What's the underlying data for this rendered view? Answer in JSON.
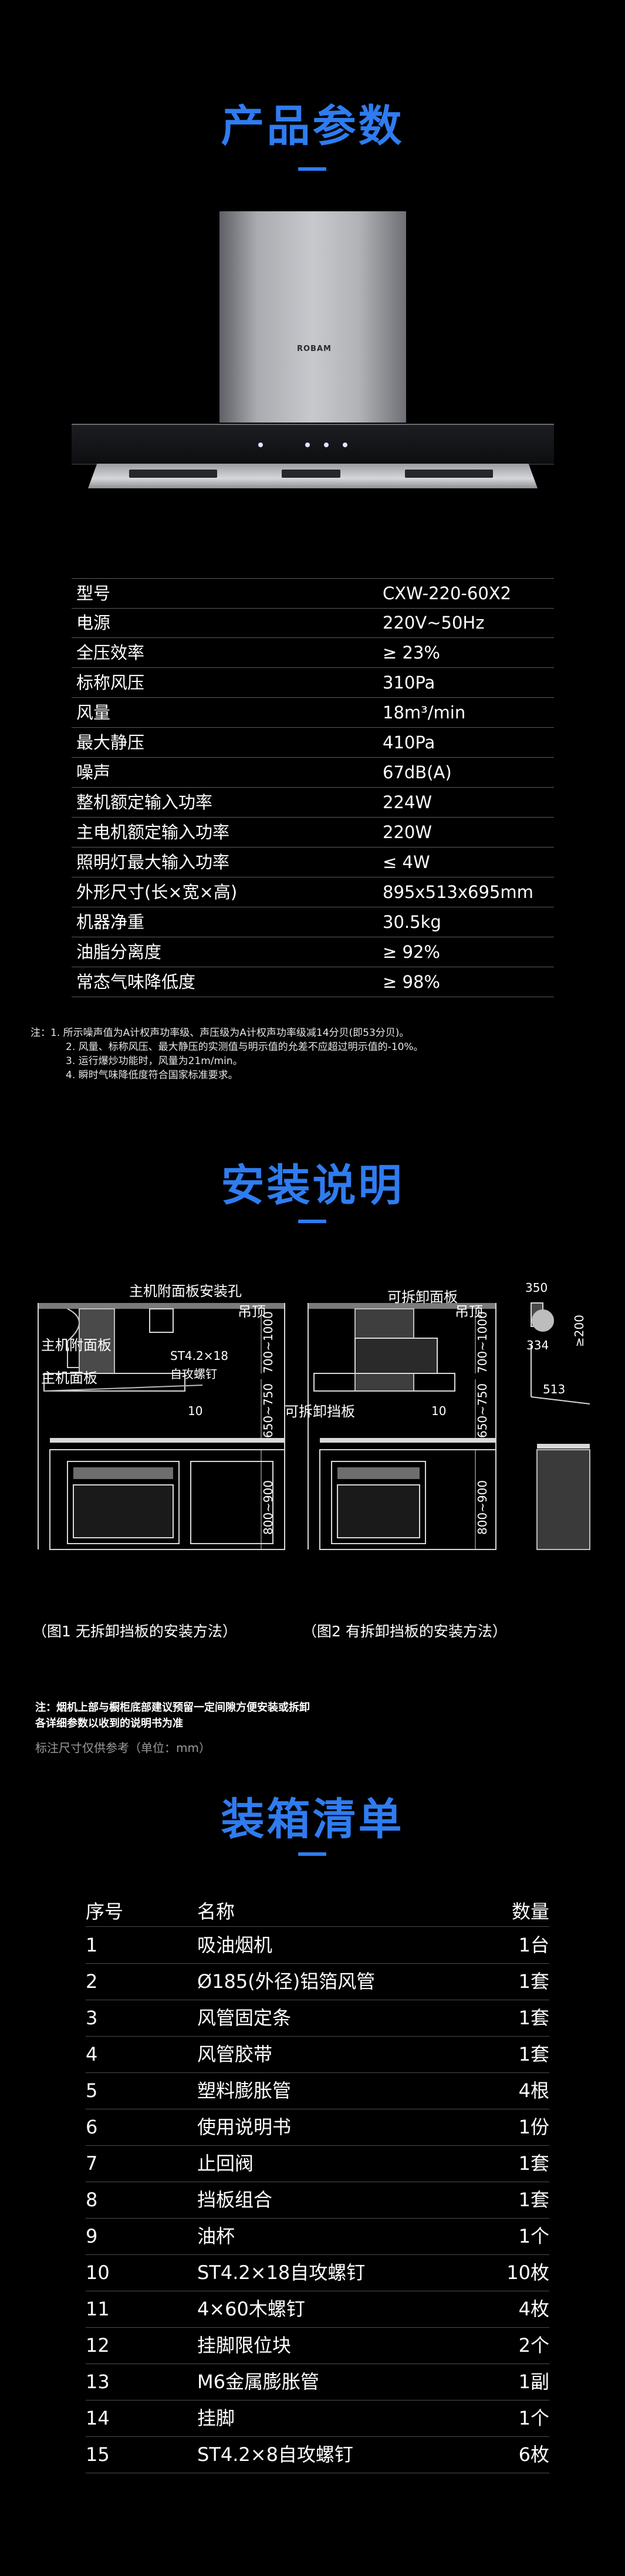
{
  "sections": {
    "params_title": "产品参数",
    "install_title": "安装说明",
    "packing_title": "装箱清单"
  },
  "product": {
    "brand": "ROBAM"
  },
  "specs": [
    {
      "label": "型号",
      "value": "CXW-220-60X2"
    },
    {
      "label": "电源",
      "value": "220V~50Hz"
    },
    {
      "label": "全压效率",
      "value": "≥ 23%"
    },
    {
      "label": "标称风压",
      "value": "310Pa"
    },
    {
      "label": "风量",
      "value": "18m³/min"
    },
    {
      "label": "最大静压",
      "value": "410Pa"
    },
    {
      "label": "噪声",
      "value": "67dB(A)"
    },
    {
      "label": "整机额定输入功率",
      "value": "224W"
    },
    {
      "label": "主电机额定输入功率",
      "value": "220W"
    },
    {
      "label": "照明灯最大输入功率",
      "value": "≤ 4W"
    },
    {
      "label": "外形尺寸(长×宽×高)",
      "value": "895x513x695mm"
    },
    {
      "label": "机器净重",
      "value": "30.5kg"
    },
    {
      "label": "油脂分离度",
      "value": "≥ 92%"
    },
    {
      "label": "常态气味降低度",
      "value": "≥ 98%"
    }
  ],
  "notes": [
    "注：1. 所示噪声值为A计权声功率级、声压级为A计权声功率级减14分贝(即53分贝)。",
    "2. 风量、标称风压、最大静压的实测值与明示值的允差不应超过明示值的-10%。",
    "3. 运行爆炒功能时，风量为21m/min。",
    "4. 瞬时气味降低度符合国家标准要求。"
  ],
  "install": {
    "labels": {
      "mount_hole": "主机附面板安装孔",
      "attach_panel": "主机附面板",
      "main_panel": "主机面板",
      "ceiling1": "吊顶",
      "screw": "ST4.2×18",
      "screw2": "自攻螺钉",
      "removable_panel": "可拆卸面板",
      "ceiling2": "吊顶",
      "removable_baffle": "可拆卸挡板"
    },
    "dims": {
      "d700_1000_a": "700~1000",
      "d650_750_a": "650~750",
      "d800_900_a": "800~900",
      "d10_a": "10",
      "d700_1000_b": "700~1000",
      "d650_750_b": "650~750",
      "d800_900_b": "800~900",
      "d10_b": "10",
      "d350": "350",
      "d200": "≥200",
      "d334": "334",
      "d513": "513"
    },
    "caption1": "（图1 无拆卸挡板的安装方法）",
    "caption2": "（图2 有拆卸挡板的安装方法）",
    "note1": "注：烟机上部与橱柜底部建议预留一定间隙方便安装或拆卸",
    "note2": "各详细参数以收到的说明书为准",
    "unit_note": "标注尺寸仅供参考（单位：mm）"
  },
  "packing": {
    "headers": {
      "no": "序号",
      "name": "名称",
      "qty": "数量"
    },
    "items": [
      {
        "no": "1",
        "name": "吸油烟机",
        "qty": "1台"
      },
      {
        "no": "2",
        "name": "Ø185(外径)铝箔风管",
        "qty": "1套"
      },
      {
        "no": "3",
        "name": "风管固定条",
        "qty": "1套"
      },
      {
        "no": "4",
        "name": "风管胶带",
        "qty": "1套"
      },
      {
        "no": "5",
        "name": "塑料膨胀管",
        "qty": "4根"
      },
      {
        "no": "6",
        "name": "使用说明书",
        "qty": "1份"
      },
      {
        "no": "7",
        "name": "止回阀",
        "qty": "1套"
      },
      {
        "no": "8",
        "name": "挡板组合",
        "qty": "1套"
      },
      {
        "no": "9",
        "name": "油杯",
        "qty": "1个"
      },
      {
        "no": "10",
        "name": "ST4.2×18自攻螺钉",
        "qty": "10枚"
      },
      {
        "no": "11",
        "name": "4×60木螺钉",
        "qty": "4枚"
      },
      {
        "no": "12",
        "name": "挂脚限位块",
        "qty": "2个"
      },
      {
        "no": "13",
        "name": "M6金属膨胀管",
        "qty": "1副"
      },
      {
        "no": "14",
        "name": "挂脚",
        "qty": "1个"
      },
      {
        "no": "15",
        "name": "ST4.2×8自攻螺钉",
        "qty": "6枚"
      }
    ]
  }
}
